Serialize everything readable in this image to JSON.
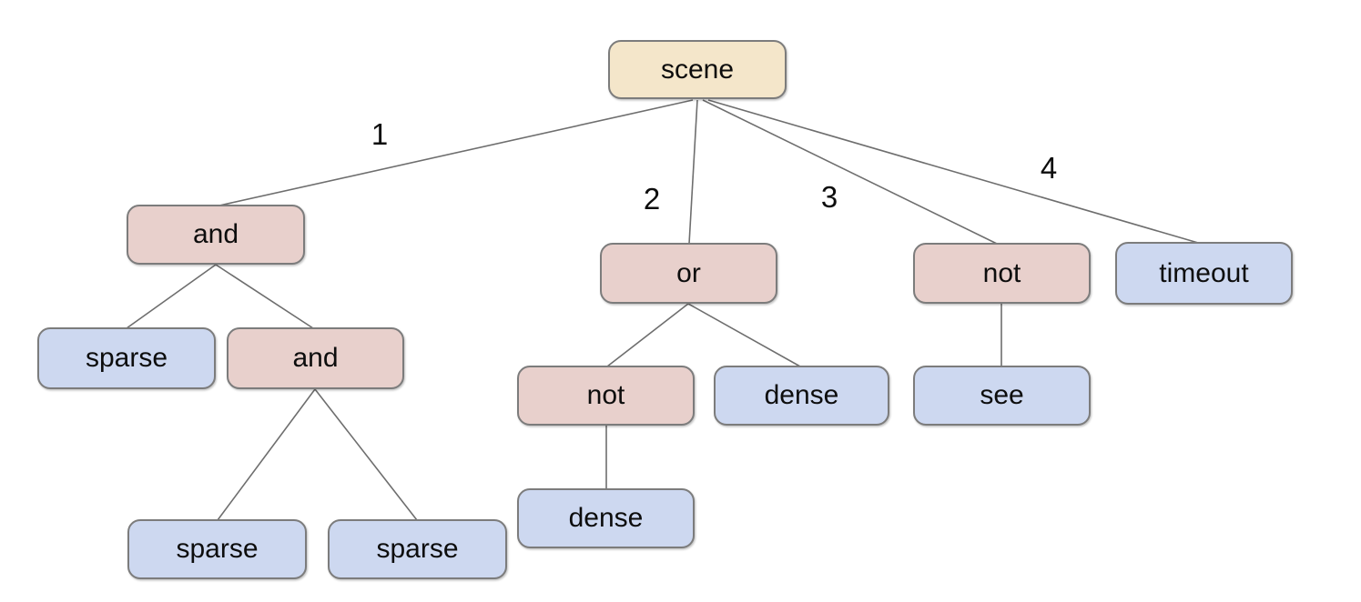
{
  "diagram": {
    "type": "tree",
    "description": "behavior/expression tree rooted at scene with numbered branches",
    "colors": {
      "root_fill": "#f4e6ca",
      "operator_fill": "#e8d0cc",
      "leaf_fill": "#cdd8f0",
      "border": "#7c7c7c",
      "edge": "#6e6e6e",
      "text": "#0d0d0d",
      "background": "#ffffff"
    },
    "nodes": {
      "scene": {
        "label": "scene",
        "kind": "root"
      },
      "and1": {
        "label": "and",
        "kind": "operator"
      },
      "or1": {
        "label": "or",
        "kind": "operator"
      },
      "not1": {
        "label": "not",
        "kind": "operator"
      },
      "timeout": {
        "label": "timeout",
        "kind": "leaf"
      },
      "sparse1": {
        "label": "sparse",
        "kind": "leaf"
      },
      "and2": {
        "label": "and",
        "kind": "operator"
      },
      "not2": {
        "label": "not",
        "kind": "operator"
      },
      "dense1": {
        "label": "dense",
        "kind": "leaf"
      },
      "see": {
        "label": "see",
        "kind": "leaf"
      },
      "sparse2": {
        "label": "sparse",
        "kind": "leaf"
      },
      "sparse3": {
        "label": "sparse",
        "kind": "leaf"
      },
      "dense2": {
        "label": "dense",
        "kind": "leaf"
      }
    },
    "edges": [
      {
        "from": "scene",
        "to": "and1",
        "label": "1"
      },
      {
        "from": "scene",
        "to": "or1",
        "label": "2"
      },
      {
        "from": "scene",
        "to": "not1",
        "label": "3"
      },
      {
        "from": "scene",
        "to": "timeout",
        "label": "4"
      },
      {
        "from": "and1",
        "to": "sparse1",
        "label": ""
      },
      {
        "from": "and1",
        "to": "and2",
        "label": ""
      },
      {
        "from": "and2",
        "to": "sparse2",
        "label": ""
      },
      {
        "from": "and2",
        "to": "sparse3",
        "label": ""
      },
      {
        "from": "or1",
        "to": "not2",
        "label": ""
      },
      {
        "from": "or1",
        "to": "dense1",
        "label": ""
      },
      {
        "from": "not2",
        "to": "dense2",
        "label": ""
      },
      {
        "from": "not1",
        "to": "see",
        "label": ""
      }
    ]
  }
}
